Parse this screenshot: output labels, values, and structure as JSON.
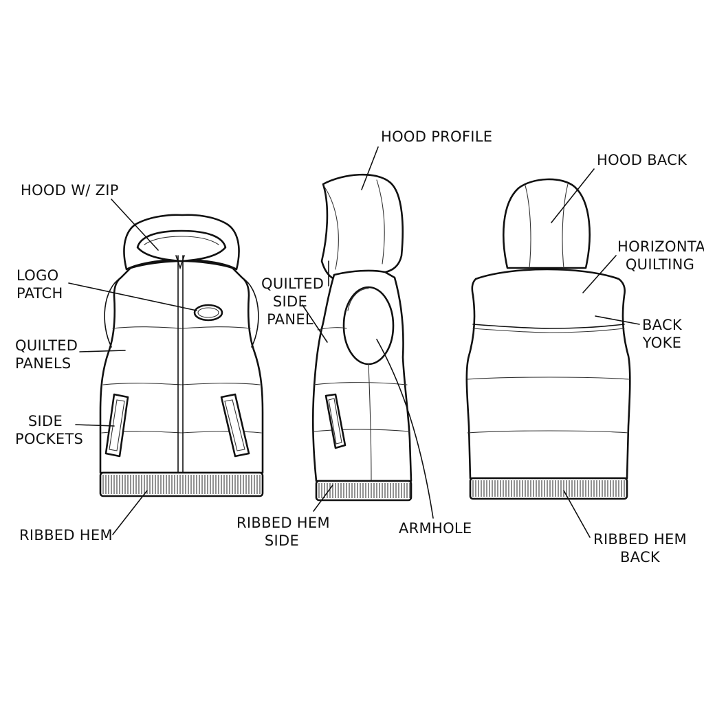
{
  "labels": {
    "hood_zip": "HOOD W/ ZIP",
    "logo_patch": [
      "LOGO",
      "PATCH"
    ],
    "quilted_panels": [
      "QUILTED",
      "PANELS"
    ],
    "side_pockets": [
      "SIDE",
      "POCKETS"
    ],
    "ribbed_hem": "RIBBED HEM",
    "hood_profile": "HOOD PROFILE",
    "quilted_side_panel": [
      "QUILTED",
      "SIDE",
      "PANEL"
    ],
    "ribbed_hem_side": [
      "RIBBED HEM",
      "SIDE"
    ],
    "armhole": "ARMHOLE",
    "hood_back": "HOOD BACK",
    "horizontal_quilting": [
      "HORIZONTAL",
      "QUILTING"
    ],
    "back_yoke": [
      "BACK",
      "YOKE"
    ],
    "ribbed_hem_back": [
      "RIBBED HEM",
      "BACK"
    ]
  },
  "colors": {
    "ink": "#111111",
    "paper": "#ffffff"
  },
  "views": [
    "front-view",
    "side-view",
    "back-view"
  ]
}
